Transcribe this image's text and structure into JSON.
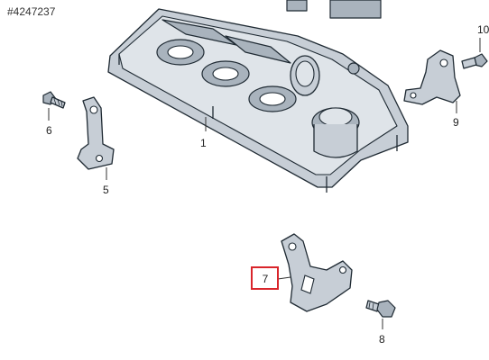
{
  "reference_id": "#4247237",
  "highlight_color": "#d9252b",
  "callouts": {
    "c1": "1",
    "c5": "5",
    "c6": "6",
    "c7": "7",
    "c8": "8",
    "c9": "9",
    "c10": "10"
  }
}
